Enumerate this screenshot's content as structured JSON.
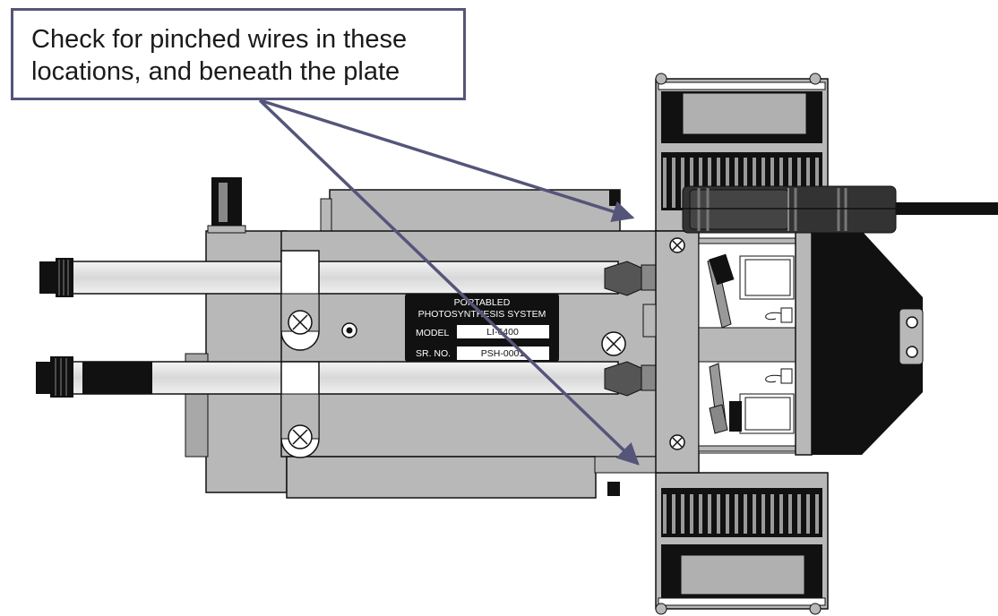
{
  "callout": {
    "line1": "Check for pinched wires in these",
    "line2": "locations, and beneath the plate"
  },
  "nameplate": {
    "line1": "PORTABLED",
    "line2": "PHOTOSYNTHESIS SYSTEM",
    "model_label": "MODEL",
    "model_value": "LI-6400",
    "serial_label": "SR. NO.",
    "serial_value": "PSH-0001"
  },
  "colors": {
    "body": "#b8b8b8",
    "body_dark": "#a4a4a4",
    "fins": "#111111",
    "arrow": "#55557a",
    "tube": "#e6e6e6"
  }
}
